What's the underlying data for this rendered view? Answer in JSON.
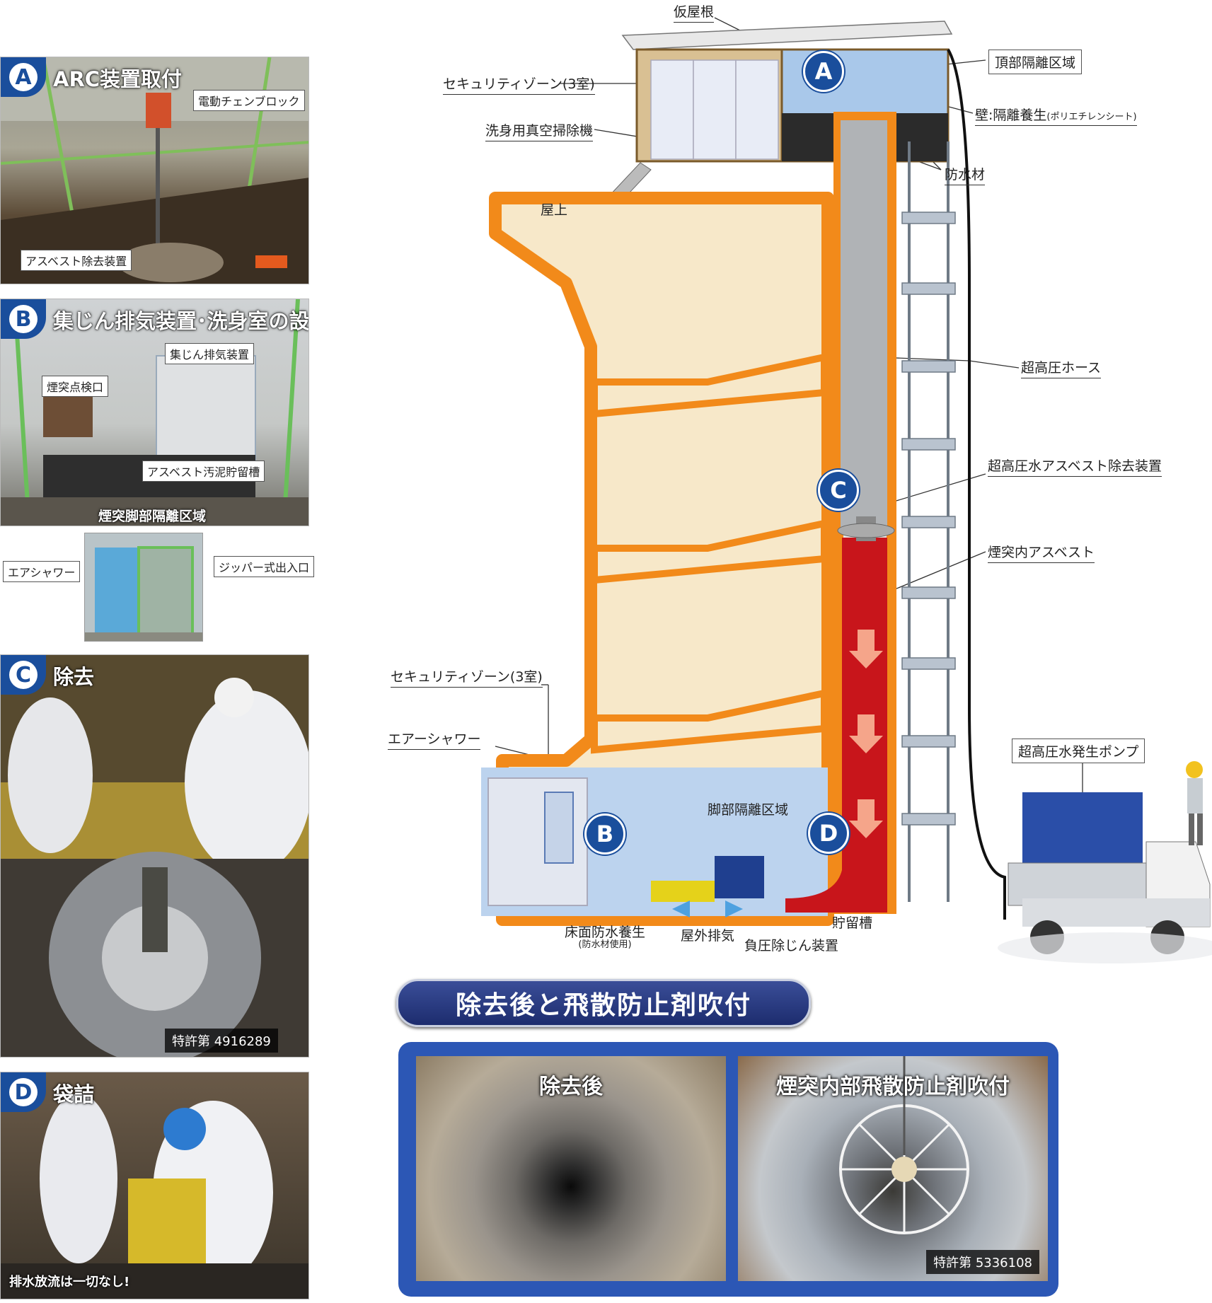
{
  "sections": {
    "A": {
      "letter": "A",
      "title": "ARC装置取付",
      "labels": [
        "電動チェンブロック",
        "アスベスト除去装置"
      ]
    },
    "B": {
      "letter": "B",
      "title": "集じん排気装置･洗身室の設置",
      "labels": [
        "集じん排気装置",
        "煙突点検口",
        "アスベスト汚泥貯留槽"
      ],
      "caption": "煙突脚部隔離区域"
    },
    "B2": {
      "labels": [
        "エアシャワー",
        "ジッパー式出入口"
      ]
    },
    "C": {
      "letter": "C",
      "title": "除去",
      "patent": "特許第 4916289"
    },
    "D": {
      "letter": "D",
      "title": "袋詰",
      "caption": "排水放流は一切なし!"
    }
  },
  "diagram": {
    "labels": {
      "roof_temp": "仮屋根",
      "security_top": "セキュリティゾーン(3室)",
      "vacuum": "洗身用真空掃除機",
      "rooftop": "屋上",
      "top_isolation": "頂部隔離区域",
      "wall": "壁:隔離養生",
      "wall_note": "(ポリエチレンシート)",
      "waterproof": "防水材",
      "hose": "超高圧ホース",
      "device": "超高圧水アスベスト除去装置",
      "asbestos": "煙突内アスベスト",
      "security_bottom": "セキュリティゾーン(3室)",
      "air_shower": "エアーシャワー",
      "base_isolation": "脚部隔離区域",
      "pump": "超高圧水発生ポンプ",
      "floor": "床面防水養生",
      "floor_note": "(防水材使用)",
      "exhaust": "屋外排気",
      "tank": "貯留槽",
      "dust": "負圧除じん装置"
    },
    "circles": [
      "A",
      "B",
      "C",
      "D"
    ]
  },
  "bottom": {
    "banner": "除去後と飛散防止剤吹付",
    "left_caption": "除去後",
    "right_caption": "煙突内部飛散防止剤吹付",
    "patent": "特許第 5336108"
  },
  "colors": {
    "brand_blue": "#1a4e9c",
    "frame_orange": "#f28a1a",
    "asbestos_red": "#c8151b"
  }
}
